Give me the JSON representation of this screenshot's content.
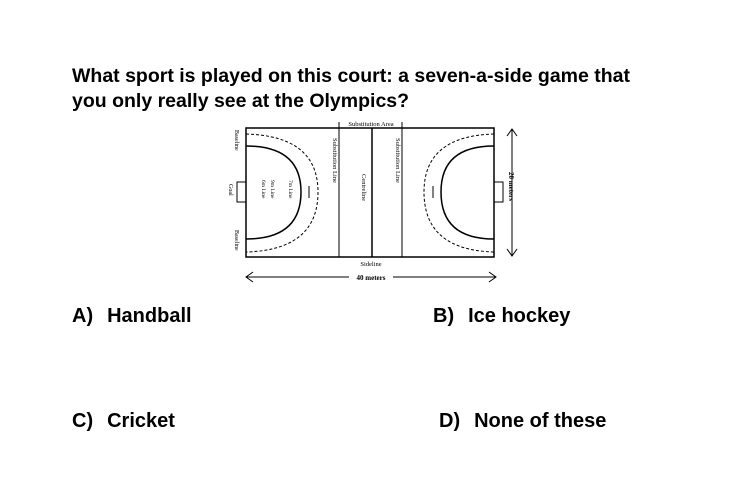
{
  "question": {
    "line1": "What sport is played on this court: a seven-a-side game that",
    "line2": "you only really see at the Olympics?"
  },
  "diagram": {
    "substitution_area": "Substitution Area",
    "baseline_top": "Baseline",
    "baseline_bottom": "Baseline",
    "goal": "Goal",
    "six_m_line": "6m Line",
    "nine_m_line": "9m Line",
    "seven_m_line": "7m Line",
    "substitution_line_left": "Substitution Line",
    "centreline": "Centreline",
    "substitution_line_right": "Substitution Line",
    "sideline": "Sideline",
    "length": "40 meters",
    "width": "20 meters"
  },
  "options": [
    {
      "letter": "A)",
      "text": "Handball"
    },
    {
      "letter": "B)",
      "text": "Ice hockey"
    },
    {
      "letter": "C)",
      "text": "Cricket"
    },
    {
      "letter": "D)",
      "text": "None of these"
    }
  ]
}
